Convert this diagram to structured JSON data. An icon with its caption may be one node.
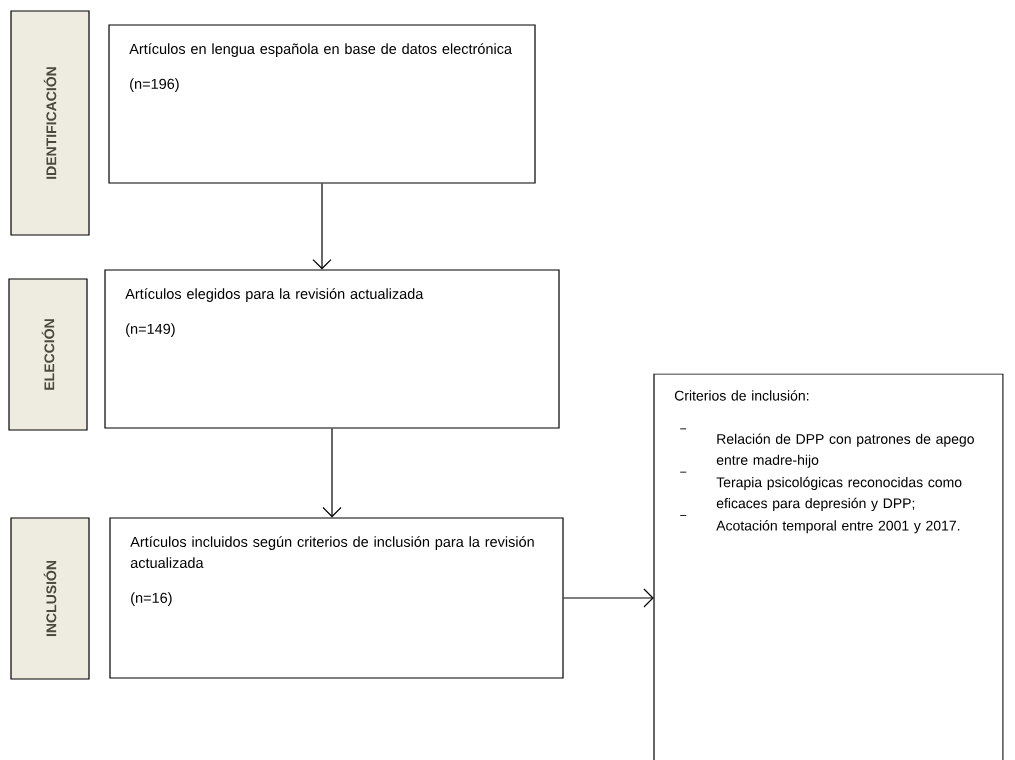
{
  "diagram": {
    "nodes": [
      {
        "text": [
          "IDENTIFICACIÓN"
        ]
      },
      {
        "text": [
          "Artículos en lengua española en base de datos electrónica",
          "(n=196)"
        ]
      },
      {
        "text": [
          "ELECCIÓN"
        ]
      },
      {
        "text": [
          "Artículos elegidos para la revisión actualizada",
          "(n=149)"
        ]
      },
      {
        "text": [
          "INCLUSIÓN"
        ]
      },
      {
        "text": [
          "Artículos incluidos según criterios de inclusión para la revisión actualizada",
          "(n=16)"
        ]
      },
      {
        "text": [
          "Criterios de inclusión:",
          "Relación de DPP con patrones de apego entre madre-hijo",
          "Terapia psicológicas reconocidas como eficaces para depresión y DPP;",
          "Acotación temporal entre 2001 y 2017."
        ]
      }
    ],
    "edges": [
      {
        "from": 1,
        "to": 3,
        "arrow": "to"
      },
      {
        "from": 3,
        "to": 5,
        "arrow": "to"
      },
      {
        "from": 5,
        "to": 6,
        "arrow": "to"
      }
    ]
  }
}
